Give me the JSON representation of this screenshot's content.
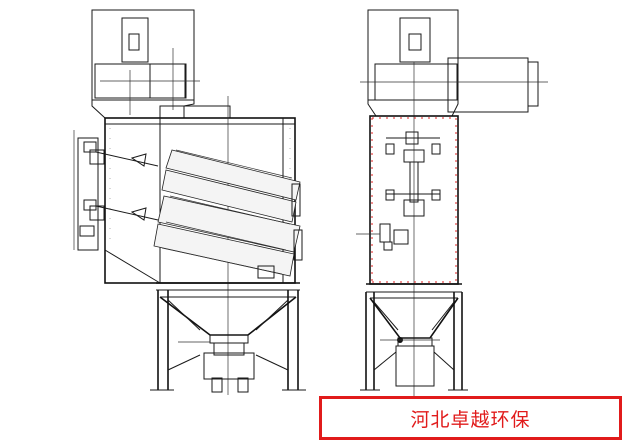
{
  "figure": {
    "views": [
      "side-view",
      "front-view"
    ],
    "colors": {
      "line": "#1a1a1a",
      "accent": "#e11b1b",
      "background": "#ffffff"
    }
  },
  "label": {
    "text": "河北卓越环保"
  }
}
